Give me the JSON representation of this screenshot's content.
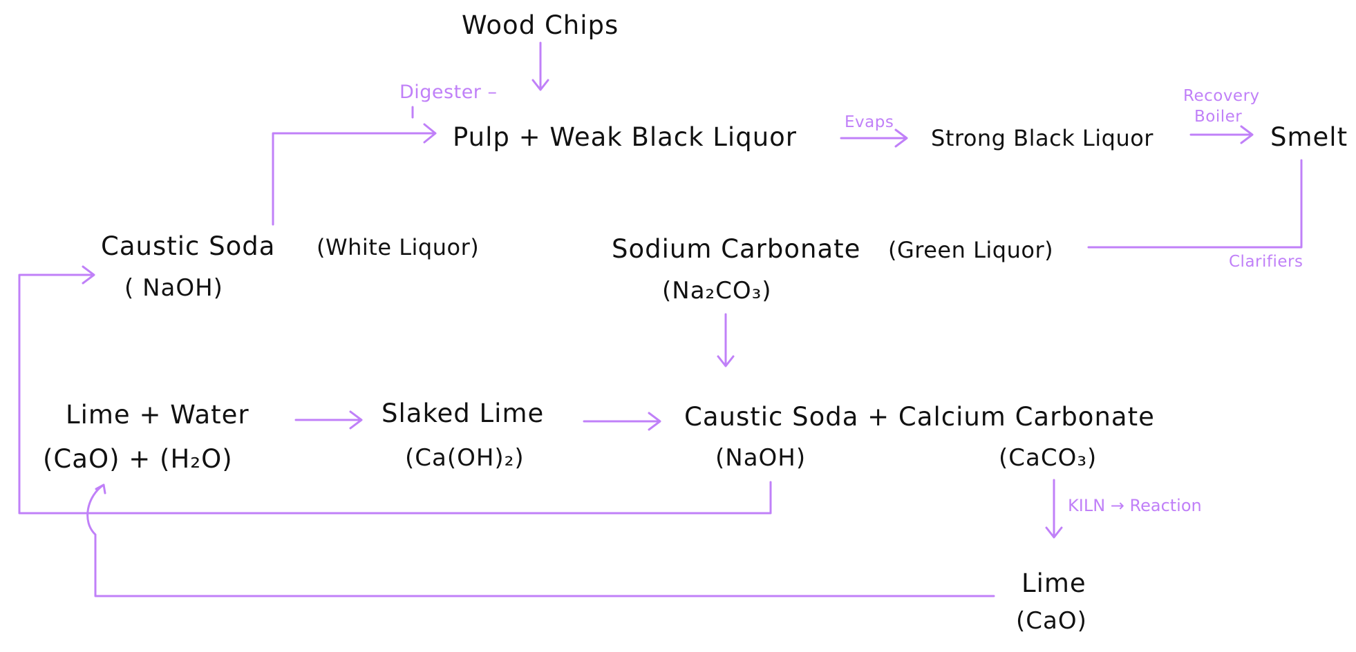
{
  "colors": {
    "flow": "#c080f8",
    "text": "#111111",
    "background": "#ffffff"
  },
  "nodes": {
    "wood_chips": "Wood Chips",
    "pulp_weak_black": "Pulp + Weak Black Liquor",
    "strong_black": "Strong Black Liquor",
    "smelt": "Smelt",
    "caustic_white_name": "Caustic Soda",
    "caustic_white_paren": "(White Liquor)",
    "caustic_white_formula": "( NaOH)",
    "sodium_carbonate_name": "Sodium Carbonate",
    "sodium_carbonate_paren": "(Green Liquor)",
    "sodium_carbonate_formula": "(Na₂CO₃)",
    "lime_water": "Lime + Water",
    "lime_water_formula": "(CaO) + (H₂O)",
    "slaked_lime": "Slaked Lime",
    "slaked_lime_formula": "(Ca(OH)₂)",
    "caustic_calcium": "Caustic Soda + Calcium Carbonate",
    "caustic_formula": "(NaOH)",
    "calcium_carbonate_formula": "(CaCO₃)",
    "lime_out": "Lime",
    "lime_out_formula": "(CaO)"
  },
  "labels": {
    "digester": "Digester –",
    "evaps": "Evaps",
    "recovery": "Recovery",
    "boiler": "Boiler",
    "clarifiers": "Clarifiers",
    "kiln": "KILN → Reaction"
  }
}
